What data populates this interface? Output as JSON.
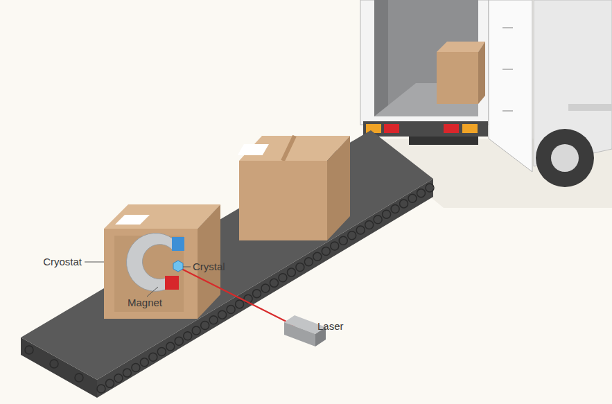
{
  "diagram": {
    "labels": [
      "Cryostat",
      "Crystal",
      "Magnet",
      "Laser"
    ]
  }
}
